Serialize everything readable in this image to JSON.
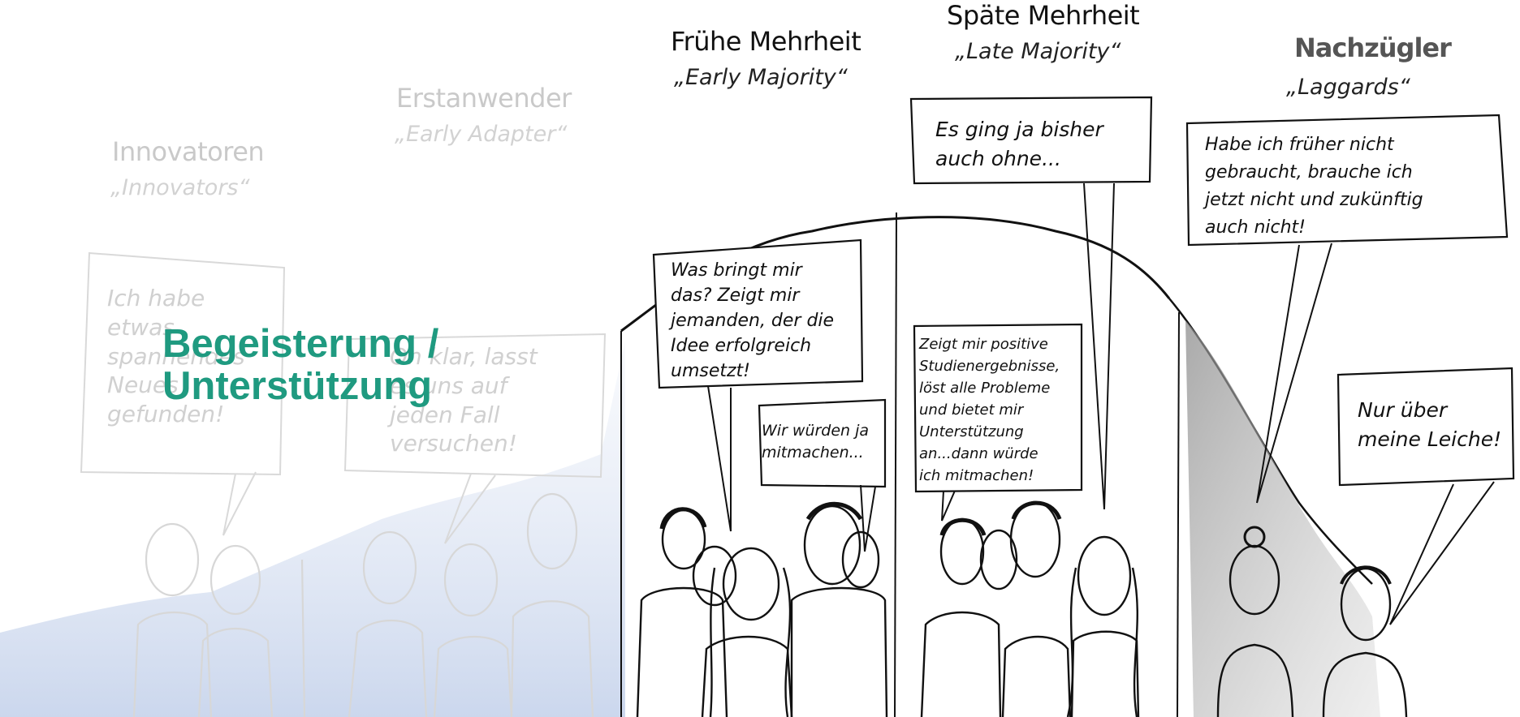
{
  "headline": "Begeisterung /\nUnterstützung",
  "groups": [
    {
      "title": "Innovatoren",
      "subtitle": "„Innovators“",
      "quote": "Ich habe\netwas\nspannendes\nNeues\ngefunden!"
    },
    {
      "title": "Erstanwender",
      "subtitle": "„Early Adapter“",
      "quote": "Oh klar, lasst\nes uns auf\njeden Fall\nversuchen!"
    },
    {
      "title": "Frühe Mehrheit",
      "subtitle": "„Early Majority“",
      "quotes": [
        "Was bringt mir\ndas? Zeigt mir\njemanden, der die\nIdee erfolgreich\numsetzt!",
        "Wir würden ja\nmitmachen..."
      ]
    },
    {
      "title": "Späte Mehrheit",
      "subtitle": "„Late Majority“",
      "quotes": [
        "Es ging ja bisher\nauch ohne...",
        "Zeigt mir positive\nStudienergebnisse,\nlöst alle Probleme\nund bietet mir\nUnterstützung\nan...dann würde\nich mitmachen!"
      ]
    },
    {
      "title": "Nachzügler",
      "subtitle": "„Laggards“",
      "quotes": [
        "Habe ich früher nicht\ngebraucht, brauche ich\njetzt nicht und zukünftig\nauch nicht!",
        "Nur über\nmeine Leiche!"
      ]
    }
  ],
  "colors": {
    "headline": "#1f9a80",
    "faded": "#c9c9c9",
    "ink": "#111111",
    "wash_blue": "#c9d6ec",
    "wash_gray": "#9a9a9a"
  }
}
